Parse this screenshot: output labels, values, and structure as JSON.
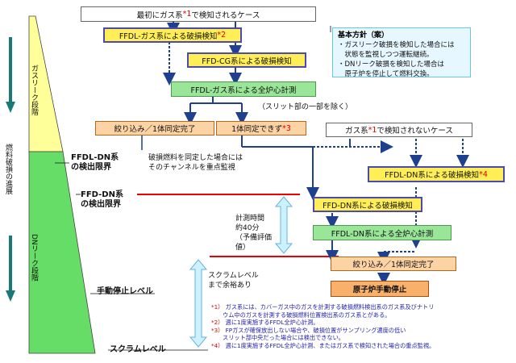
{
  "left_stage": {
    "gas_stage": "ガスリーク段階",
    "damage_progress": "燃料破損の進展",
    "dn_stage": "DNリーク段階",
    "ffdl_limit_line1": "FFDL-DN系",
    "ffdl_limit_line2": "の検出限界",
    "ffd_limit_line1": "FFD-DN系",
    "ffd_limit_line2": "の検出限界",
    "manual_stop_level": "手動停止レベル",
    "scram_level": "スクラムレベル"
  },
  "top": {
    "case_gas_detected": "最初にガス系",
    "case_gas_detected_note": "*1",
    "case_gas_detected_tail": "で検知されるケース"
  },
  "boxes": {
    "ffdl_gas_detect": "FFDL-ガス系による破損検知",
    "ffdl_gas_detect_note": "*2",
    "ffd_cg_detect": "FFD-CG系による破損検知",
    "ffdl_gas_full": "FFDL-ガス系による全炉心計測",
    "slit_note": "（スリット部の一部を除く）",
    "narrow_done": "絞り込み／1体同定完了",
    "cannot_identify": "1体同定できず",
    "cannot_identify_note": "*3",
    "case_gas_not_detected": "ガス系",
    "case_gas_not_detected_note": "*1",
    "case_gas_not_detected_tail": "で検知されないケース",
    "focus_monitor_line1": "破損燃料を同定した場合には",
    "focus_monitor_line2": "そのチャンネルを重点監視",
    "ffdl_dn_detect": "FFDL-DN系による破損検知",
    "ffdl_dn_detect_note": "*4",
    "ffd_dn_detect": "FFD-DN系による破損検知",
    "ffdl_dn_full": "FFDL-DN系による全炉心計測",
    "narrow_done2": "絞り込み／1体同定完了",
    "manual_shutdown": "原子炉手動停止",
    "measure_time_line1": "計測時間",
    "measure_time_line2": "約40分",
    "measure_time_line3": "（予備評価",
    "measure_time_line4": "値）",
    "scram_margin_line1": "スクラムレベル",
    "scram_margin_line2": "まで余裕あり"
  },
  "policy": {
    "title": "基本方針（案）",
    "item1_line1": "・ガスリーク破損を検知した場合には",
    "item1_line2": "　状態を監視しつつ運転継続。",
    "item2_line1": "・DNリーク破損を検知した場合は",
    "item2_line2": "　原子炉を停止して燃料交換。"
  },
  "notes": {
    "n1_mark": "*1）",
    "n1_line1": "ガス系には、カバーガス中のガスを計測する破損燃料検出系のガス系及びナトリ",
    "n1_line2": "ウム中のガスを計測する破損燃料位置検出系のガス系とがある。",
    "n2_mark": "*2）",
    "n2_line1": "週に1度実施するFFDL全炉心計測。",
    "n3_mark": "*3）",
    "n3_line1": "FPガスが確保放出しない場合や、破損位置がサンプリング濃度の低い",
    "n3_line2": "スリット部中央だった場合には検出できない。",
    "n4_mark": "*4）",
    "n4_line1": "週に1度実施するFFDL全炉心計測、またはガス系で検知された場合の重点監視。"
  },
  "colors": {
    "gas_stage_fill": "#ffff99",
    "dn_stage_fill": "#66dd66",
    "arrow_blue": "#1f3f8f",
    "red_line": "#ee0000",
    "cyan_arrow": "#ccf2ff"
  }
}
